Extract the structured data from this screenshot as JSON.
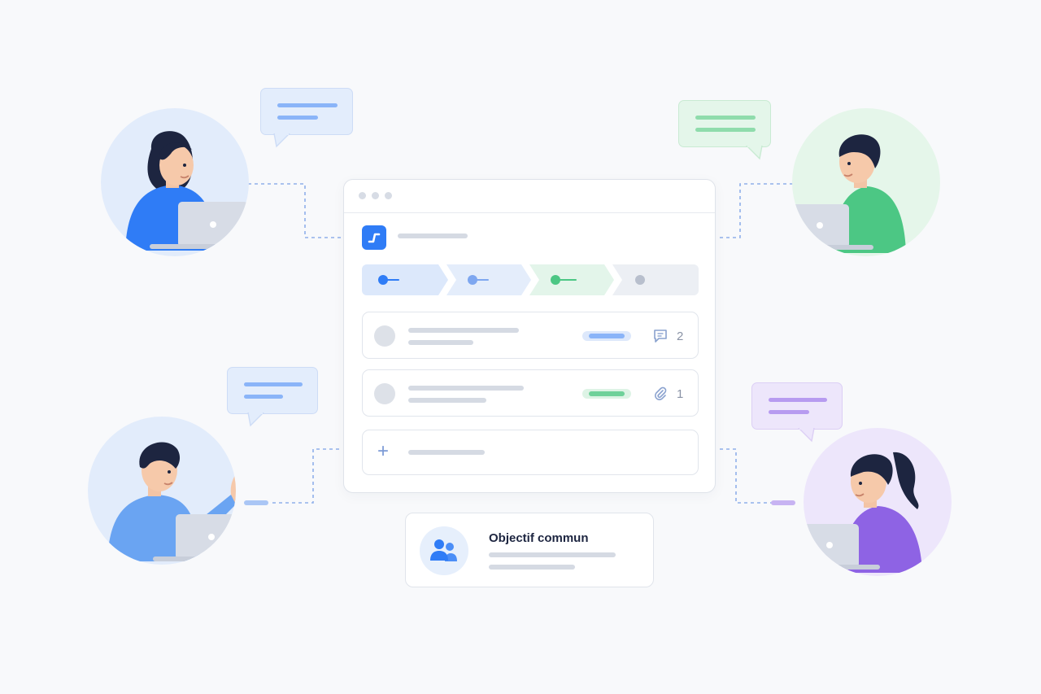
{
  "goal": {
    "title": "Objectif commun"
  },
  "tasks": [
    {
      "status_color": "#8ab4f8",
      "meta_icon": "comment-icon",
      "count": "2"
    },
    {
      "status_color": "#6fd19a",
      "meta_icon": "paperclip-icon",
      "count": "1"
    }
  ],
  "pipeline": {
    "stage_colors": [
      "#2f7cf6",
      "#7ea7f0",
      "#4cc784",
      "#b8bfcd"
    ]
  },
  "participants": [
    {
      "position": "top-left",
      "accent": "#2f7cf6",
      "bubble": "#e3edfc"
    },
    {
      "position": "top-right",
      "accent": "#4cc784",
      "bubble": "#e4f6ea"
    },
    {
      "position": "bottom-left",
      "accent": "#6aa4f2",
      "bubble": "#e3edfc"
    },
    {
      "position": "bottom-right",
      "accent": "#8e63e4",
      "bubble": "#ede6fb"
    }
  ],
  "colors": {
    "background": "#f8f9fb",
    "brand": "#2f7cf6"
  }
}
